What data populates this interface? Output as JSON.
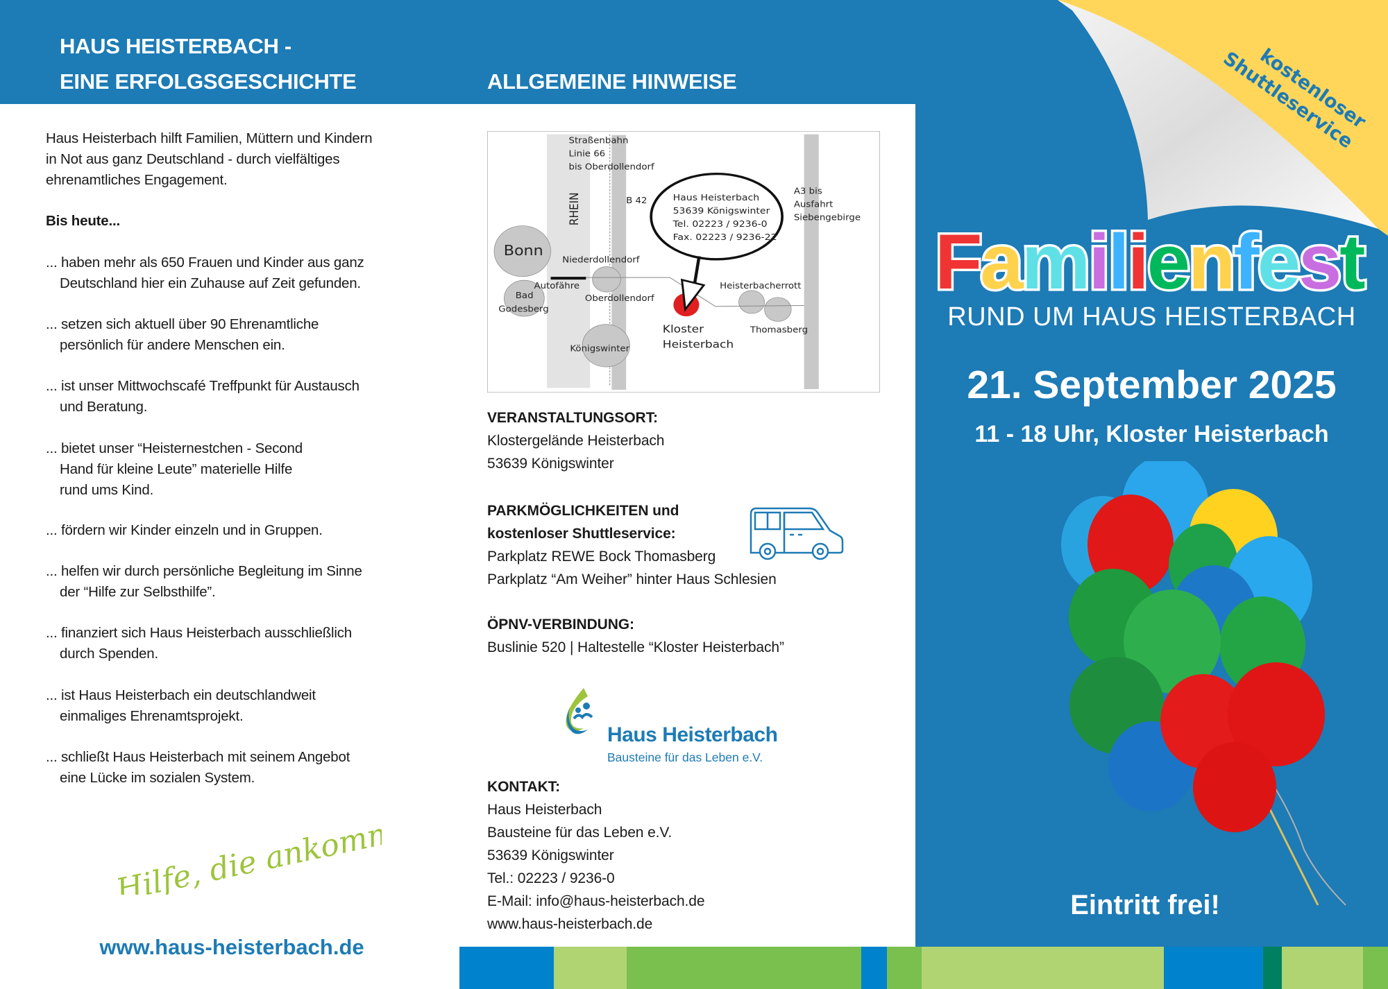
{
  "left": {
    "heading_line1": "HAUS HEISTERBACH -",
    "heading_line2": "EINE ERFOLGSGESCHICHTE",
    "intro": [
      "Haus Heisterbach hilft Familien, Müttern und Kindern",
      "in Not aus ganz Deutschland - durch vielfältiges",
      "ehrenamtliches Engagement."
    ],
    "bis_heute": "Bis heute...",
    "items": [
      [
        "... haben mehr als 650 Frauen und Kinder aus ganz",
        "Deutschland hier ein Zuhause auf Zeit gefunden."
      ],
      [
        "... setzen sich aktuell über 90 Ehrenamtliche",
        "persönlich für andere Menschen ein."
      ],
      [
        "... ist unser Mittwochscafé Treffpunkt für Austausch",
        "und Beratung."
      ],
      [
        "... bietet unser “Heisternestchen - Second",
        "Hand für kleine Leute” materielle Hilfe",
        "rund ums Kind."
      ],
      [
        "... fördern wir Kinder einzeln und in Gruppen."
      ],
      [
        "... helfen wir durch persönliche Begleitung im Sinne",
        "der “Hilfe zur Selbsthilfe”."
      ],
      [
        "... finanziert sich Haus Heisterbach ausschließlich",
        "durch Spenden."
      ],
      [
        "... ist Haus Heisterbach ein deutschlandweit",
        "einmaliges Ehrenamtsprojekt."
      ],
      [
        "... schließt Haus Heisterbach mit seinem Angebot",
        "eine Lücke im sozialen System."
      ]
    ],
    "slogan": "Hilfe, die ankommt!",
    "website": "www.haus-heisterbach.de"
  },
  "middle": {
    "heading": "ALLGEMEINE HINWEISE",
    "map": {
      "tram": [
        "Straßenbahn",
        "Linie 66",
        "bis Oberdollendorf"
      ],
      "river": "RHEIN",
      "road": "B 42",
      "address": [
        "Haus Heisterbach",
        "53639 Königswinter",
        "Tel. 02223 / 9236-0",
        "Fax. 02223 / 9236-22"
      ],
      "motorway": [
        "A3 bis",
        "Ausfahrt",
        "Siebengebirge"
      ],
      "bonn": "Bonn",
      "niederdollendorf": "Niederdollendorf",
      "ferry": "Autofähre",
      "bad_godesberg": [
        "Bad",
        "Godesberg"
      ],
      "oberdollendorf": "Oberdollendorf",
      "koenigswinter": "Königswinter",
      "kloster": [
        "Kloster",
        "Heisterbach"
      ],
      "heisterbacherrott": "Heisterbacherrott",
      "thomasberg": "Thomasberg"
    },
    "venue": {
      "title": "VERANSTALTUNGSORT:",
      "lines": [
        "Klostergelände Heisterbach",
        "53639 Königswinter"
      ]
    },
    "parking": {
      "title1": "PARKMÖGLICHKEITEN und",
      "title2": "kostenloser Shuttleservice:",
      "lines": [
        "Parkplatz REWE Bock Thomasberg",
        "Parkplatz “Am Weiher” hinter Haus Schlesien"
      ]
    },
    "transit": {
      "title": "ÖPNV-VERBINDUNG:",
      "lines": [
        "Buslinie 520 | Haltestelle “Kloster Heisterbach”"
      ]
    },
    "logo": {
      "name": "Haus Heisterbach",
      "tagline": "Bausteine für das Leben e.V."
    },
    "contact": {
      "title": "KONTAKT:",
      "lines": [
        "Haus Heisterbach",
        "Bausteine für das Leben e.V.",
        "53639 Königswinter",
        "Tel.: 02223 / 9236-0",
        "E-Mail: info@haus-heisterbach.de",
        "www.haus-heisterbach.de"
      ]
    }
  },
  "right": {
    "corner": [
      "kostenloser",
      "Shuttleservice"
    ],
    "title_letters": [
      "F",
      "a",
      "m",
      "i",
      "l",
      "i",
      "e",
      "n",
      "f",
      "e",
      "s",
      "t"
    ],
    "title_colors": [
      "#f03434",
      "#ffd24d",
      "#5fe0e6",
      "#c86ee0",
      "#3db3ff",
      "#f03434",
      "#00b85c",
      "#ffd24d",
      "#3db3ff",
      "#5fe0e6",
      "#c86ee0",
      "#00b85c"
    ],
    "subtitle": "RUND UM HAUS HEISTERBACH",
    "date": "21. September 2025",
    "time_place": "11 - 18 Uhr, Kloster Heisterbach",
    "entry": "Eintritt frei!"
  },
  "colors": {
    "brand_blue": "#1d7bb5",
    "yellow": "#ffd65a",
    "green": "#9dc43c"
  }
}
